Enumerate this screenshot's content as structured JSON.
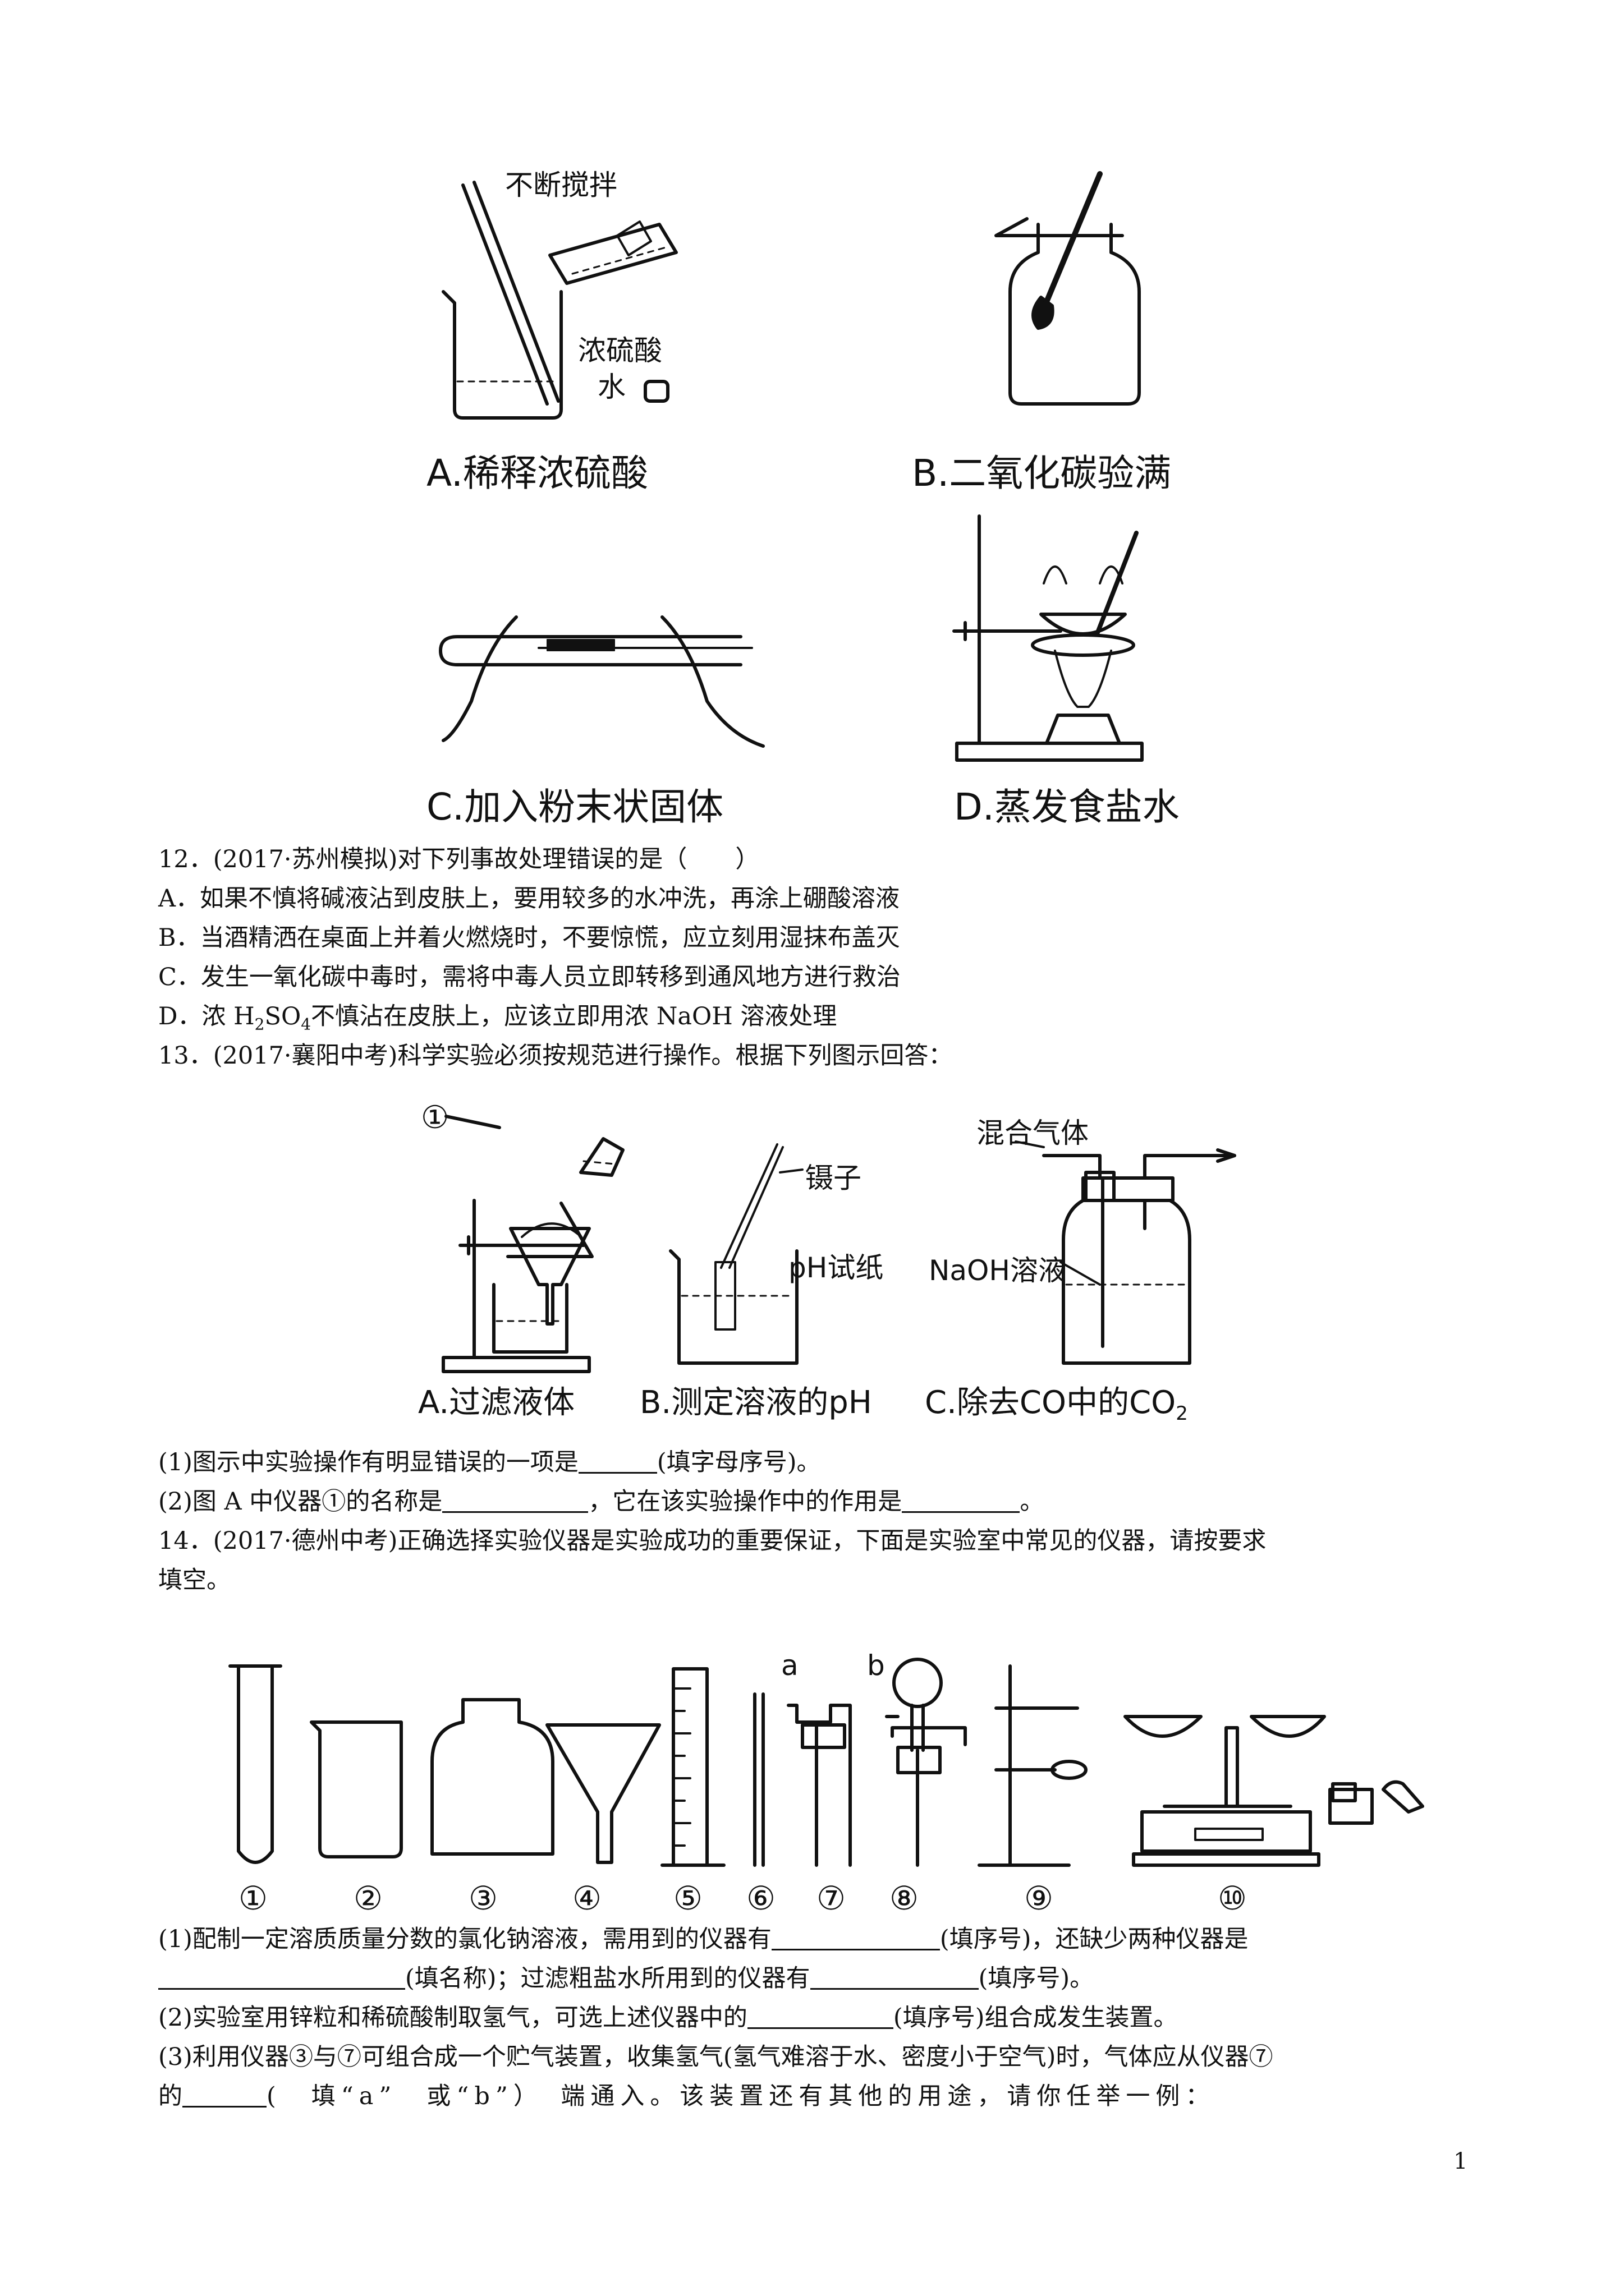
{
  "figure_top": {
    "A": {
      "caption": "A.稀释浓硫酸",
      "label_stir": "不断搅拌",
      "label_acid": "浓硫酸",
      "label_water": "水"
    },
    "B": {
      "caption": "B.二氧化碳验满"
    },
    "C": {
      "caption": "C.加入粉末状固体"
    },
    "D": {
      "caption": "D.蒸发食盐水"
    }
  },
  "q12": {
    "stem": "12．(2017·苏州模拟)对下列事故处理错误的是（　　）",
    "options": [
      "A．如果不慎将碱液沾到皮肤上，要用较多的水冲洗，再涂上硼酸溶液",
      "B．当酒精洒在桌面上并着火燃烧时，不要惊慌，应立刻用湿抹布盖灭",
      "C．发生一氧化碳中毒时，需将中毒人员立即转移到通风地方进行救治"
    ],
    "option_d_prefix": "D．浓 H",
    "option_d_sub1": "2",
    "option_d_mid": "SO",
    "option_d_sub2": "4",
    "option_d_suffix": "不慎沾在皮肤上，应该立即用浓 NaOH 溶液处理"
  },
  "q13": {
    "stem": "13．(2017·襄阳中考)科学实验必须按规范进行操作。根据下列图示回答：",
    "fig": {
      "circle1": "①",
      "tweezers": "镊子",
      "ph_paper": "pH试纸",
      "mixed_gas": "混合气体",
      "naoh": "NaOH溶液",
      "capA": "A.过滤液体",
      "capB": "B.测定溶液的pH",
      "capC": "C.除去CO中的CO",
      "capC_sub": "2"
    },
    "sub1_a": "(1)图示中实验操作有明显错误的一项是",
    "sub1_b": "(填字母序号)。",
    "sub2_a": "(2)图 A 中仪器①的名称是",
    "sub2_b": "，它在该实验操作中的作用是",
    "sub2_c": "。"
  },
  "q14": {
    "stem1": "14．(2017·德州中考)正确选择实验仪器是实验成功的重要保证，下面是实验室中常见的仪器，请按要求",
    "stem2": "填空。",
    "port_a": "a",
    "port_b": "b",
    "numbers": [
      "①",
      "②",
      "③",
      "④",
      "⑤",
      "⑥",
      "⑦",
      "⑧",
      "⑨",
      "⑩"
    ],
    "s1_a": "(1)配制一定溶质质量分数的氯化钠溶液，需用到的仪器有",
    "s1_b": "(填序号)，还缺少两种仪器是",
    "s1_c": "(填名称)；过滤粗盐水所用到的仪器有",
    "s1_d": "(填序号)。",
    "s2_a": "(2)实验室用锌粒和稀硫酸制取氢气，可选上述仪器中的",
    "s2_b": "(填序号)组合成发生装置。",
    "s3_1": "(3)利用仪器③与⑦可组合成一个贮气装置，收集氢气(氢气难溶于水、密度小于空气)时，气体应从仪器⑦",
    "s3_2a": "的",
    "s3_2b": "(　填“a”　或“b”）　端通入。该装置还有其他的用途，请你任举一例："
  },
  "page_number": "1"
}
